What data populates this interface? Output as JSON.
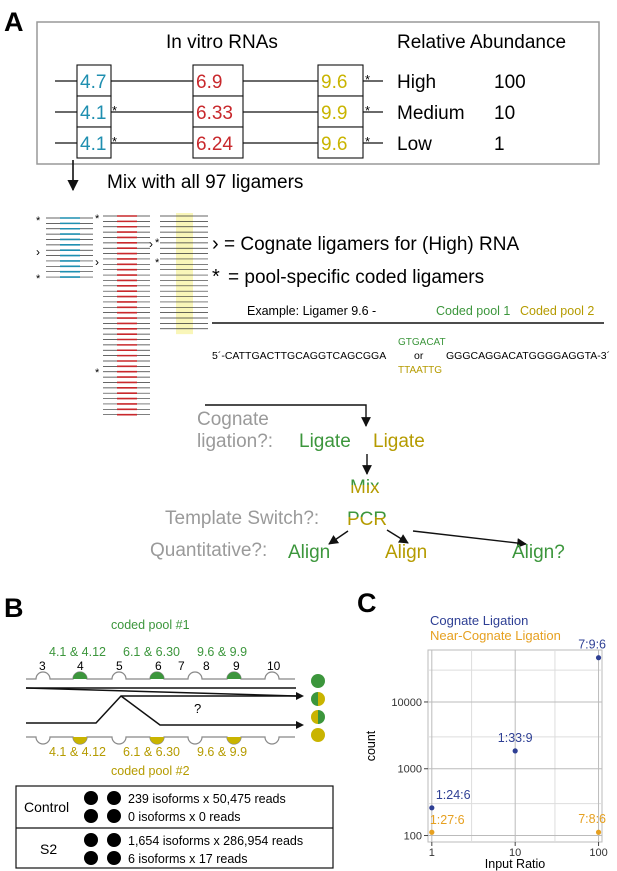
{
  "panels": {
    "a": "A",
    "b": "B",
    "c": "C"
  },
  "colors": {
    "blue": "#1f8fb0",
    "red": "#c8282c",
    "yellow": "#c9b400",
    "green": "#3c963c",
    "olive": "#b59b00",
    "gray": "#9a9a9a",
    "navy": "#2e3f94",
    "orange": "#e6a020"
  },
  "panel_a": {
    "header_rnas": "In vitro RNAs",
    "header_abundance": "Relative Abundance",
    "rows": [
      {
        "v1": "4.7",
        "s1": "",
        "v2": "6.9",
        "v3": "9.6",
        "s3": "*",
        "level": "High",
        "amount": "100"
      },
      {
        "v1": "4.1",
        "s1": "*",
        "v2": "6.33",
        "v3": "9.9",
        "s3": "*",
        "level": "Medium",
        "amount": "10"
      },
      {
        "v1": "4.1",
        "s1": "*",
        "v2": "6.24",
        "v3": "9.6",
        "s3": "*",
        "level": "Low",
        "amount": "1"
      }
    ],
    "mix_text": "Mix with all 97 ligamers",
    "legend_cognate": "= Cognate ligamers for (High) RNA",
    "legend_coded": "= pool-specific coded ligamers",
    "legend_cognate_sym": "›",
    "legend_coded_sym": "*",
    "example_label": "Example: Ligamer 9.6 -",
    "coded_pool_1": "Coded pool 1",
    "coded_pool_2": "Coded pool 2",
    "seq_left": "5´-CATTGACTTGCAGGTCAGCGGA",
    "seq_top": "GTGACAT",
    "seq_or": "or",
    "seq_bottom": "TTAATTG",
    "seq_right": "GGGCAGGACATGGGGAGGTA-3´",
    "q_cognate": "Cognate",
    "q_ligation": "ligation?:",
    "ligate_1": "Ligate",
    "ligate_2": "Ligate",
    "mix": "Mix",
    "q_template": "Template Switch?:",
    "pcr": "PCR",
    "q_quant": "Quantitative?:",
    "align_1": "Align",
    "align_2": "Align",
    "align_3": "Align?"
  },
  "panel_b": {
    "pool1_title": "coded pool #1",
    "pool2_title": "coded pool #2",
    "pair_labels": [
      "4.1 & 4.12",
      "6.1 & 6.30",
      "9.6 & 9.9"
    ],
    "exon_numbers": [
      "3",
      "4",
      "5",
      "6",
      "7",
      "8",
      "9",
      "10"
    ],
    "question": "?",
    "table": [
      {
        "group": "Control",
        "line1": "239 isoforms x 50,475 reads",
        "line2": "0 isoforms x 0 reads"
      },
      {
        "group": "S2",
        "line1": "1,654 isoforms x 286,954 reads",
        "line2": "6 isoforms x 17 reads"
      }
    ]
  },
  "chart_data": {
    "type": "scatter",
    "xlabel": "Input Ratio",
    "ylabel": "count",
    "x_scale": "log",
    "y_scale": "log",
    "xlim": [
      0.9,
      110
    ],
    "ylim": [
      80,
      60000
    ],
    "x_ticks": [
      "1",
      "10",
      "100"
    ],
    "y_ticks": [
      "100",
      "1000",
      "10000"
    ],
    "grid": true,
    "legend_position": "top-left",
    "series": [
      {
        "name": "Cognate Ligation",
        "color": "#2e3f94",
        "points": [
          {
            "x": 1,
            "y": 260,
            "label": "1:24:6"
          },
          {
            "x": 10,
            "y": 1850,
            "label": "1:33:9"
          },
          {
            "x": 100,
            "y": 46000,
            "label": "7:9:6"
          }
        ]
      },
      {
        "name": "Near-Cognate Ligation",
        "color": "#e6a020",
        "points": [
          {
            "x": 1,
            "y": 112,
            "label": "1:27:6"
          },
          {
            "x": 100,
            "y": 112,
            "label": "7:8:6"
          }
        ]
      }
    ]
  }
}
